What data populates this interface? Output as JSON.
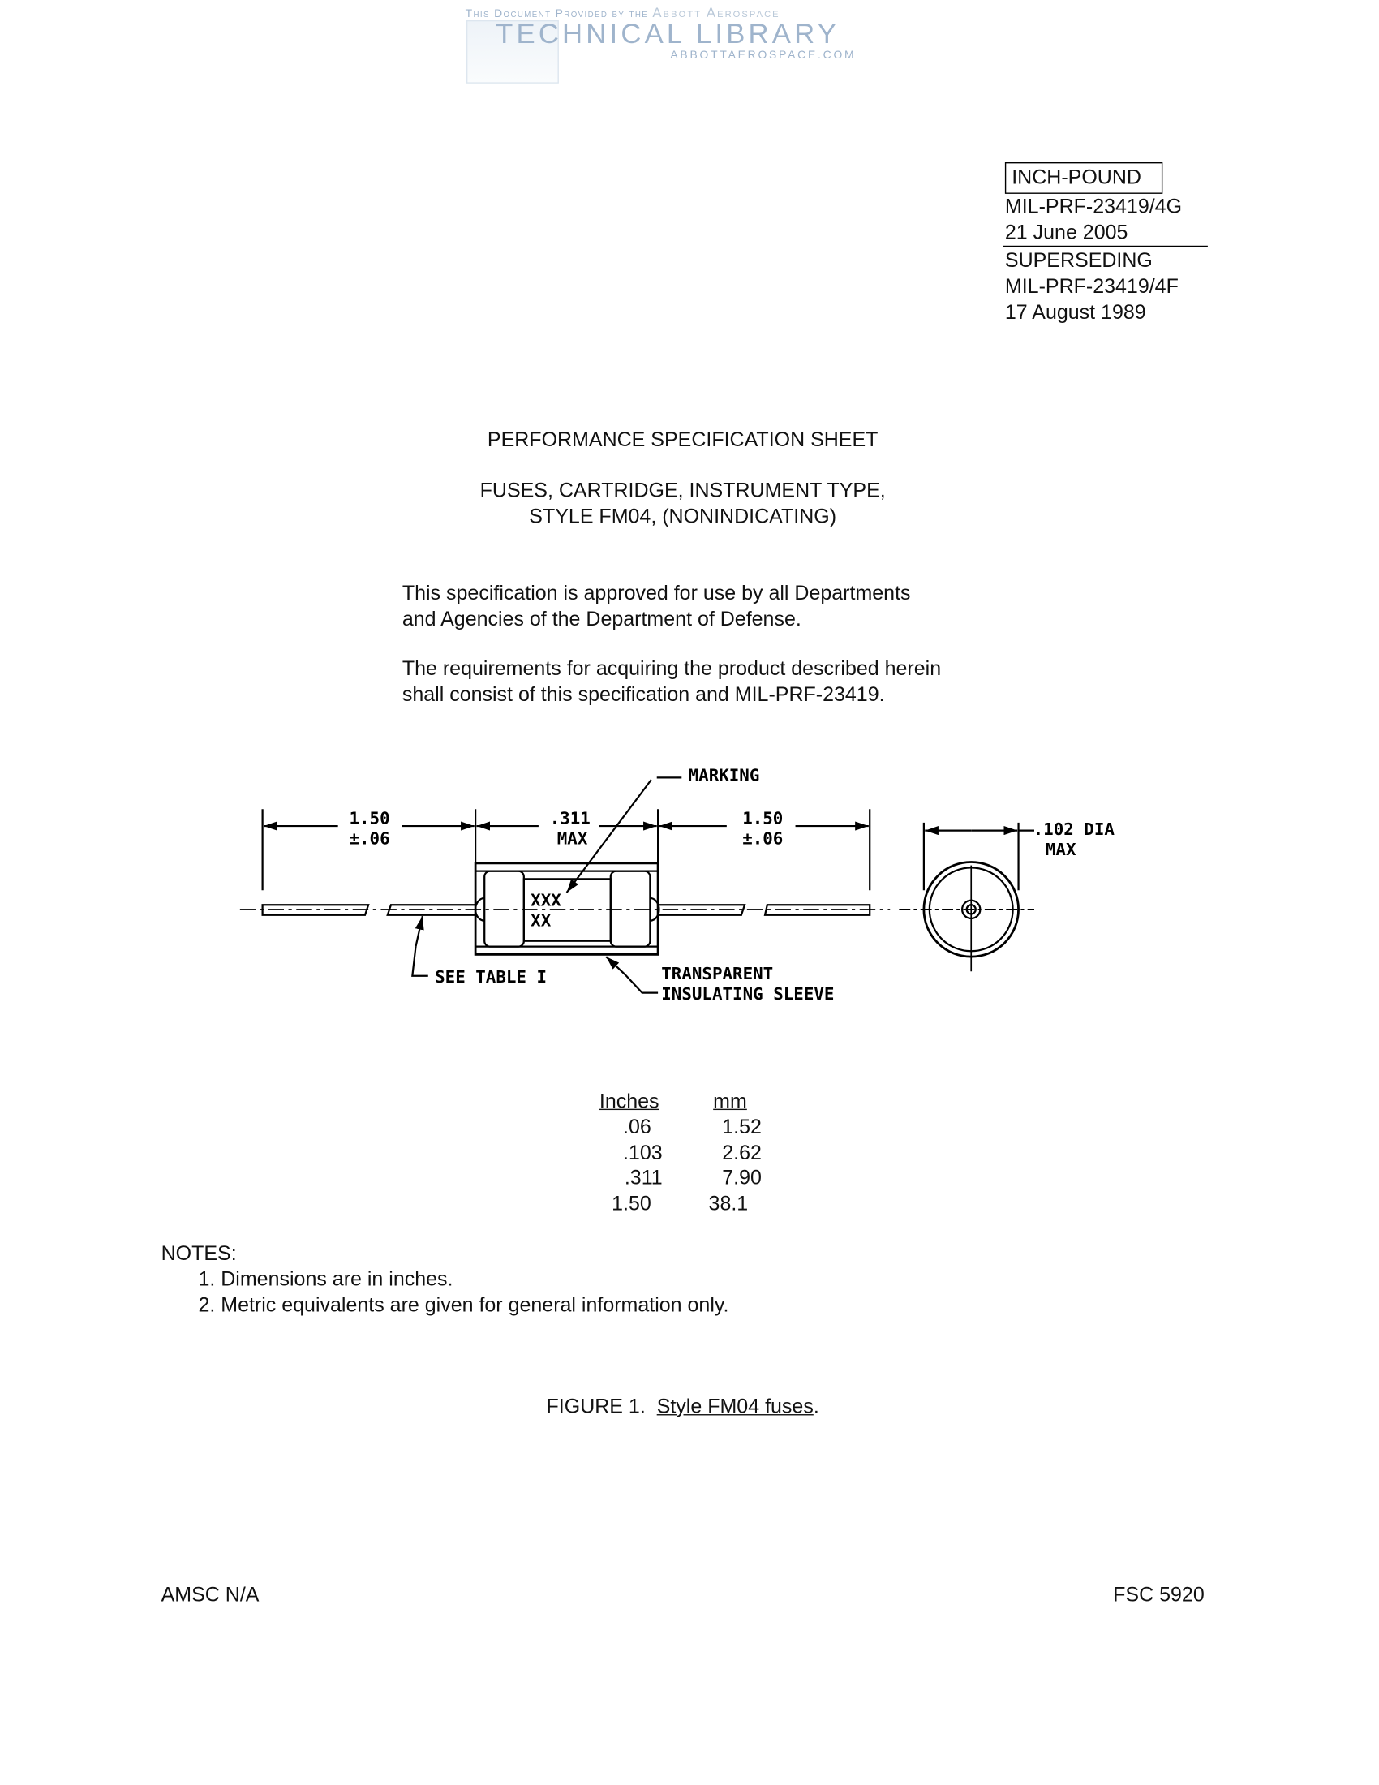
{
  "watermark": {
    "line1_prefix": "This Document Provided by the",
    "line1_brand": "Abbott Aerospace",
    "title": "TECHNICAL LIBRARY",
    "site": "ABBOTTAEROSPACE.COM"
  },
  "header": {
    "units_badge": "INCH-POUND",
    "doc_number": "MIL-PRF-23419/4G",
    "doc_date": "21 June 2005",
    "superseding_label": "SUPERSEDING",
    "superseded_number": "MIL-PRF-23419/4F",
    "superseded_date": "17 August 1989"
  },
  "title": {
    "sheet": "PERFORMANCE SPECIFICATION SHEET",
    "line1": "FUSES, CARTRIDGE, INSTRUMENT TYPE,",
    "line2": "STYLE FM04, (NONINDICATING)"
  },
  "approval": {
    "p1_line1": "This specification is approved for use by all Departments",
    "p1_line2": "and Agencies of the Department of Defense.",
    "p2_line1": "The requirements for acquiring the product described herein",
    "p2_line2": "shall consist of this specification and MIL-PRF-23419."
  },
  "drawing": {
    "marking_label": "MARKING",
    "left_lead_length": "1.50",
    "left_lead_tol": "±.06",
    "body_length": ".311",
    "body_length_max": "MAX",
    "right_lead_length": "1.50",
    "right_lead_tol": "±.06",
    "diameter": ".102 DIA",
    "diameter_max": "MAX",
    "marking_line1": "XXX",
    "marking_line2": "XX",
    "see_table": "SEE TABLE I",
    "sleeve_line1": "TRANSPARENT",
    "sleeve_line2": "INSULATING SLEEVE"
  },
  "conversion_table": {
    "headers": [
      "Inches",
      "mm"
    ],
    "rows": [
      [
        ".06",
        "1.52"
      ],
      [
        ".103",
        "2.62"
      ],
      [
        ".311",
        "7.90"
      ],
      [
        "1.50",
        "38.1"
      ]
    ]
  },
  "notes": {
    "heading": "NOTES:",
    "items": [
      "1.  Dimensions are in inches.",
      "2.  Metric equivalents are given for general information only."
    ]
  },
  "figure": {
    "label": "FIGURE 1.",
    "caption": "Style FM04 fuses",
    "period": "."
  },
  "footer": {
    "left": "AMSC N/A",
    "right": "FSC 5920"
  }
}
